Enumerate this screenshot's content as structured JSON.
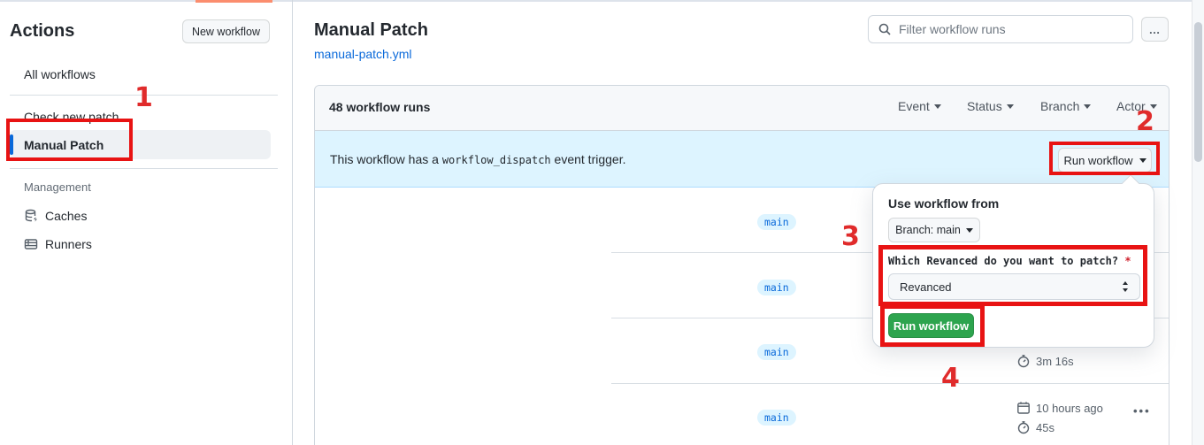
{
  "sidebar": {
    "title": "Actions",
    "new_workflow_button": "New workflow",
    "items": [
      {
        "label": "All workflows",
        "selected": false
      },
      {
        "label": "Check new patch",
        "selected": false
      },
      {
        "label": "Manual Patch",
        "selected": true
      }
    ],
    "management": {
      "label": "Management",
      "items": [
        {
          "label": "Caches",
          "icon": "cache-database-icon"
        },
        {
          "label": "Runners",
          "icon": "runners-server-icon"
        }
      ]
    }
  },
  "header": {
    "title": "Manual Patch",
    "file_link": "manual-patch.yml",
    "search_placeholder": "Filter workflow runs",
    "more_button": "…"
  },
  "runs_table": {
    "count_label": "48 workflow runs",
    "filters": [
      {
        "label": "Event"
      },
      {
        "label": "Status"
      },
      {
        "label": "Branch"
      },
      {
        "label": "Actor"
      }
    ],
    "banner": {
      "text_before": "This workflow has a ",
      "code": "workflow_dispatch",
      "text_after": " event trigger.",
      "run_button": "Run workflow"
    },
    "rows": [
      {
        "branch": "main"
      },
      {
        "branch": "main"
      },
      {
        "branch": "main",
        "duration": "3m 16s"
      },
      {
        "branch": "main",
        "time_ago": "10 hours ago",
        "duration": "45s"
      }
    ],
    "row_kebab": "•••"
  },
  "popup": {
    "heading": "Use workflow from",
    "branch_button": "Branch: main",
    "input_label": "Which Revanced do you want to patch?",
    "required_mark": "*",
    "select_value": "Revanced",
    "run_button": "Run workflow"
  },
  "annotations": {
    "steps": [
      "1",
      "2",
      "3",
      "4"
    ],
    "box_color": "#e81313"
  },
  "colors": {
    "accent_blue": "#0969da",
    "banner_blue": "#ddf4ff",
    "button_green": "#2da44e",
    "annotation_red": "#e81313"
  }
}
